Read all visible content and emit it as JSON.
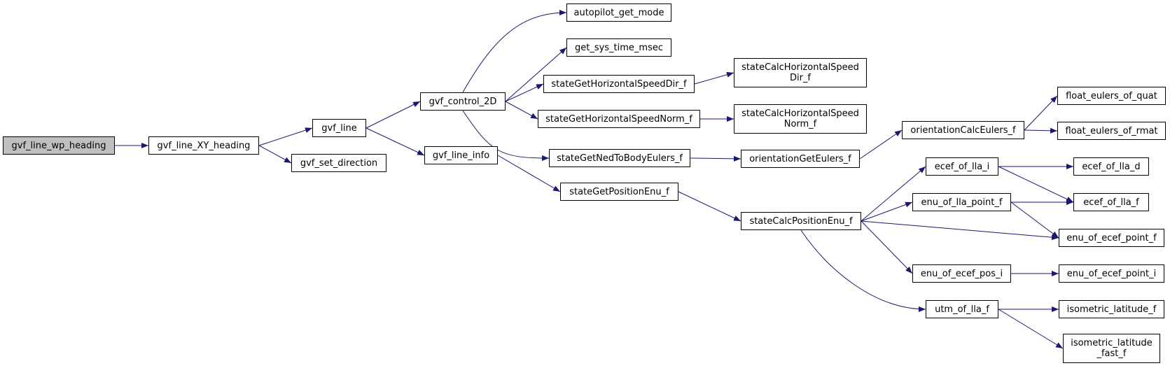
{
  "graph": {
    "colors": {
      "edge": "#191970",
      "node_border": "#000000",
      "root_fill": "#bfbfbf",
      "node_fill": "#ffffff"
    },
    "nodes": {
      "gvf_line_wp_heading": {
        "label": "gvf_line_wp_heading",
        "root": true
      },
      "gvf_line_XY_heading": {
        "label": "gvf_line_XY_heading"
      },
      "gvf_line": {
        "label": "gvf_line"
      },
      "gvf_set_direction": {
        "label": "gvf_set_direction"
      },
      "gvf_control_2D": {
        "label": "gvf_control_2D"
      },
      "gvf_line_info": {
        "label": "gvf_line_info"
      },
      "autopilot_get_mode": {
        "label": "autopilot_get_mode"
      },
      "get_sys_time_msec": {
        "label": "get_sys_time_msec"
      },
      "stateGetHorizontalSpeedDir_f": {
        "label": "stateGetHorizontalSpeedDir_f"
      },
      "stateGetHorizontalSpeedNorm_f": {
        "label": "stateGetHorizontalSpeedNorm_f"
      },
      "stateGetNedToBodyEulers_f": {
        "label": "stateGetNedToBodyEulers_f"
      },
      "stateGetPositionEnu_f": {
        "label": "stateGetPositionEnu_f"
      },
      "stateCalcHorizontalSpeedDir_f": {
        "label": "stateCalcHorizontalSpeed\nDir_f"
      },
      "stateCalcHorizontalSpeedNorm_f": {
        "label": "stateCalcHorizontalSpeed\nNorm_f"
      },
      "orientationGetEulers_f": {
        "label": "orientationGetEulers_f"
      },
      "stateCalcPositionEnu_f": {
        "label": "stateCalcPositionEnu_f"
      },
      "orientationCalcEulers_f": {
        "label": "orientationCalcEulers_f"
      },
      "ecef_of_lla_i": {
        "label": "ecef_of_lla_i"
      },
      "enu_of_lla_point_f": {
        "label": "enu_of_lla_point_f"
      },
      "enu_of_ecef_pos_i": {
        "label": "enu_of_ecef_pos_i"
      },
      "utm_of_lla_f": {
        "label": "utm_of_lla_f"
      },
      "float_eulers_of_quat": {
        "label": "float_eulers_of_quat"
      },
      "float_eulers_of_rmat": {
        "label": "float_eulers_of_rmat"
      },
      "ecef_of_lla_d": {
        "label": "ecef_of_lla_d"
      },
      "ecef_of_lla_f": {
        "label": "ecef_of_lla_f"
      },
      "enu_of_ecef_point_f": {
        "label": "enu_of_ecef_point_f"
      },
      "enu_of_ecef_point_i": {
        "label": "enu_of_ecef_point_i"
      },
      "isometric_latitude_f": {
        "label": "isometric_latitude_f"
      },
      "isometric_latitude_fast_f": {
        "label": "isometric_latitude\n_fast_f"
      }
    },
    "edges": [
      [
        "gvf_line_wp_heading",
        "gvf_line_XY_heading"
      ],
      [
        "gvf_line_XY_heading",
        "gvf_line"
      ],
      [
        "gvf_line_XY_heading",
        "gvf_set_direction"
      ],
      [
        "gvf_line",
        "gvf_control_2D"
      ],
      [
        "gvf_line",
        "gvf_line_info"
      ],
      [
        "gvf_control_2D",
        "autopilot_get_mode"
      ],
      [
        "gvf_control_2D",
        "get_sys_time_msec"
      ],
      [
        "gvf_control_2D",
        "stateGetHorizontalSpeedDir_f"
      ],
      [
        "gvf_control_2D",
        "stateGetHorizontalSpeedNorm_f"
      ],
      [
        "gvf_control_2D",
        "stateGetNedToBodyEulers_f"
      ],
      [
        "gvf_line_info",
        "stateGetPositionEnu_f"
      ],
      [
        "stateGetHorizontalSpeedDir_f",
        "stateCalcHorizontalSpeedDir_f"
      ],
      [
        "stateGetHorizontalSpeedNorm_f",
        "stateCalcHorizontalSpeedNorm_f"
      ],
      [
        "stateGetNedToBodyEulers_f",
        "orientationGetEulers_f"
      ],
      [
        "orientationGetEulers_f",
        "orientationCalcEulers_f"
      ],
      [
        "orientationCalcEulers_f",
        "float_eulers_of_quat"
      ],
      [
        "orientationCalcEulers_f",
        "float_eulers_of_rmat"
      ],
      [
        "stateGetPositionEnu_f",
        "stateCalcPositionEnu_f"
      ],
      [
        "stateCalcPositionEnu_f",
        "ecef_of_lla_i"
      ],
      [
        "stateCalcPositionEnu_f",
        "enu_of_lla_point_f"
      ],
      [
        "stateCalcPositionEnu_f",
        "enu_of_ecef_point_f"
      ],
      [
        "stateCalcPositionEnu_f",
        "enu_of_ecef_pos_i"
      ],
      [
        "stateCalcPositionEnu_f",
        "utm_of_lla_f"
      ],
      [
        "ecef_of_lla_i",
        "ecef_of_lla_d"
      ],
      [
        "ecef_of_lla_i",
        "ecef_of_lla_f"
      ],
      [
        "enu_of_lla_point_f",
        "ecef_of_lla_f"
      ],
      [
        "enu_of_lla_point_f",
        "enu_of_ecef_point_f"
      ],
      [
        "enu_of_ecef_pos_i",
        "enu_of_ecef_point_i"
      ],
      [
        "utm_of_lla_f",
        "isometric_latitude_f"
      ],
      [
        "utm_of_lla_f",
        "isometric_latitude_fast_f"
      ]
    ]
  }
}
